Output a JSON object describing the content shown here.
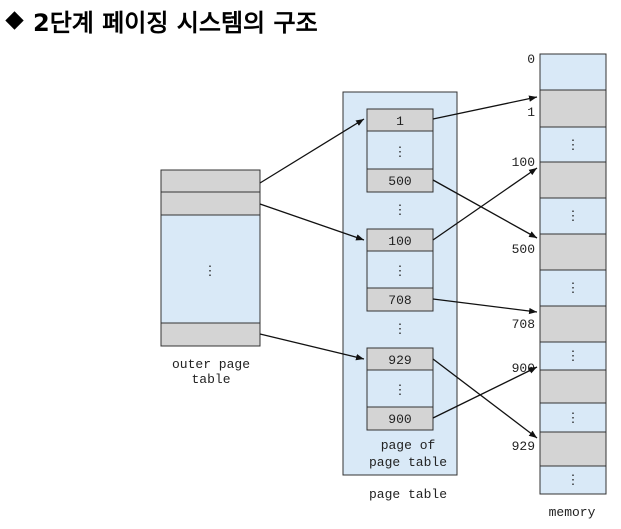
{
  "title": "2단계 페이징 시스템의 구조",
  "colors": {
    "light_blue": "#d9e9f7",
    "gray": "#d4d4d4",
    "border": "#333333"
  },
  "outer_page_table": {
    "label_line1": "outer page",
    "label_line2": "table",
    "ellipsis": "⋮"
  },
  "page_table": {
    "entries": [
      "1",
      "500",
      "100",
      "708",
      "929",
      "900"
    ],
    "inner_label_line1": "page of",
    "inner_label_line2": "page table",
    "label": "page table",
    "ellipsis": "⋮"
  },
  "memory": {
    "addresses": [
      "0",
      "1",
      "100",
      "500",
      "708",
      "900",
      "929"
    ],
    "label": "memory",
    "ellipsis": "⋮"
  }
}
